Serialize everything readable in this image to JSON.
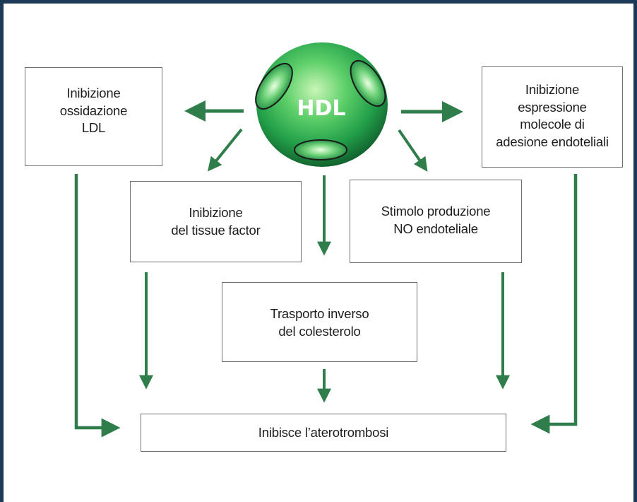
{
  "diagram": {
    "center_label": "HDL",
    "boxes": {
      "ldl": "Inibizione\nossidazione\nLDL",
      "adesione": "Inibizione\nespressione\nmolecole di\nadesione endoteliali",
      "tissue_factor": "Inibizione\ndel tissue factor",
      "no": "Stimolo produzione\nNO endoteliale",
      "colesterolo": "Trasporto inverso\ndel colesterolo",
      "aterotrombosi": "Inibisce l’aterotrombosi"
    },
    "colors": {
      "frame": "#1c3a57",
      "arrow": "#2e7d4a",
      "sphere_light": "#c9f5b8",
      "sphere_mid": "#3cb54a",
      "sphere_dark": "#0f5a2a",
      "box_border": "#6f6f6f",
      "text": "#1d1d1d"
    }
  }
}
